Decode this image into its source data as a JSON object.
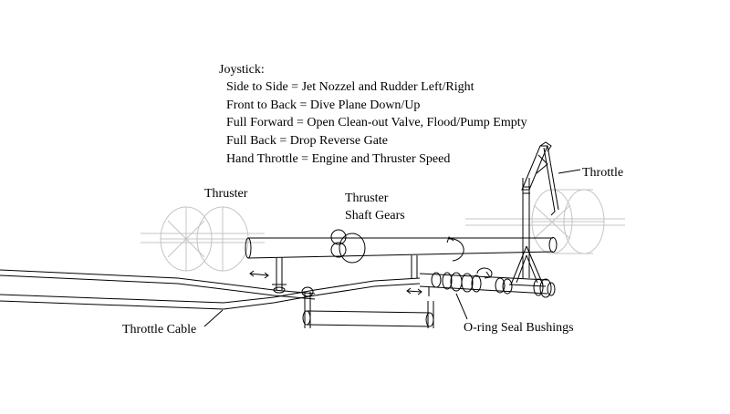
{
  "joystick": {
    "title": "Joystick:",
    "lines": [
      "Side to Side = Jet Nozzel and Rudder Left/Right",
      "Front to Back = Dive Plane Down/Up",
      "Full Forward = Open Clean-out Valve, Flood/Pump Empty",
      "Full Back = Drop Reverse Gate",
      "Hand Throttle = Engine and Thruster Speed"
    ]
  },
  "labels": {
    "thruster_left": "Thruster",
    "thruster_gears_line1": "Thruster",
    "thruster_gears_line2": "Shaft Gears",
    "throttle": "Throttle",
    "throttle_cable": "Throttle Cable",
    "oring": "O-ring Seal Bushings"
  }
}
